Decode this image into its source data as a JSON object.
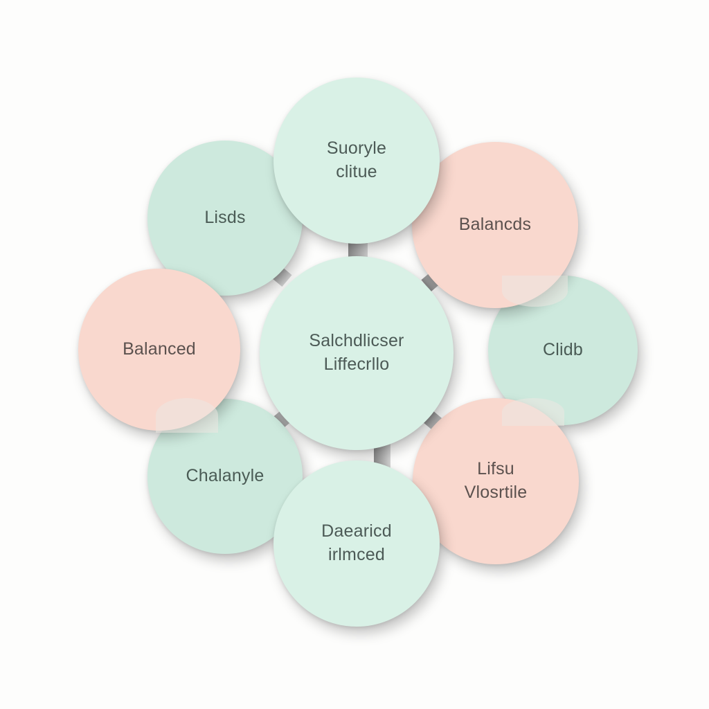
{
  "diagram": {
    "background": "#fdfdfc",
    "colors": {
      "mint": "#cde9dd",
      "mint_light": "#d9f1e6",
      "pink": "#f9d8ce",
      "text": "#4f5b57"
    },
    "center": {
      "line1": "Salchdlicser",
      "line2": "Liffecrllo"
    },
    "nodes": [
      {
        "id": "top",
        "line1": "Suoryle",
        "line2": "clitue",
        "color": "mint_light"
      },
      {
        "id": "top-left",
        "line1": "Lisds",
        "color": "mint"
      },
      {
        "id": "top-right",
        "line1": "Balancds",
        "color": "pink"
      },
      {
        "id": "left",
        "line1": "Balanced",
        "color": "pink"
      },
      {
        "id": "right",
        "line1": "Clidb",
        "color": "mint"
      },
      {
        "id": "bottom-left",
        "line1": "Chalanyle",
        "color": "mint"
      },
      {
        "id": "bottom-right",
        "line1": "Lifsu",
        "line2": "Vlosrtile",
        "color": "pink"
      },
      {
        "id": "bottom",
        "line1": "Daearicd",
        "line2": "irlmced",
        "color": "mint_light"
      }
    ]
  }
}
